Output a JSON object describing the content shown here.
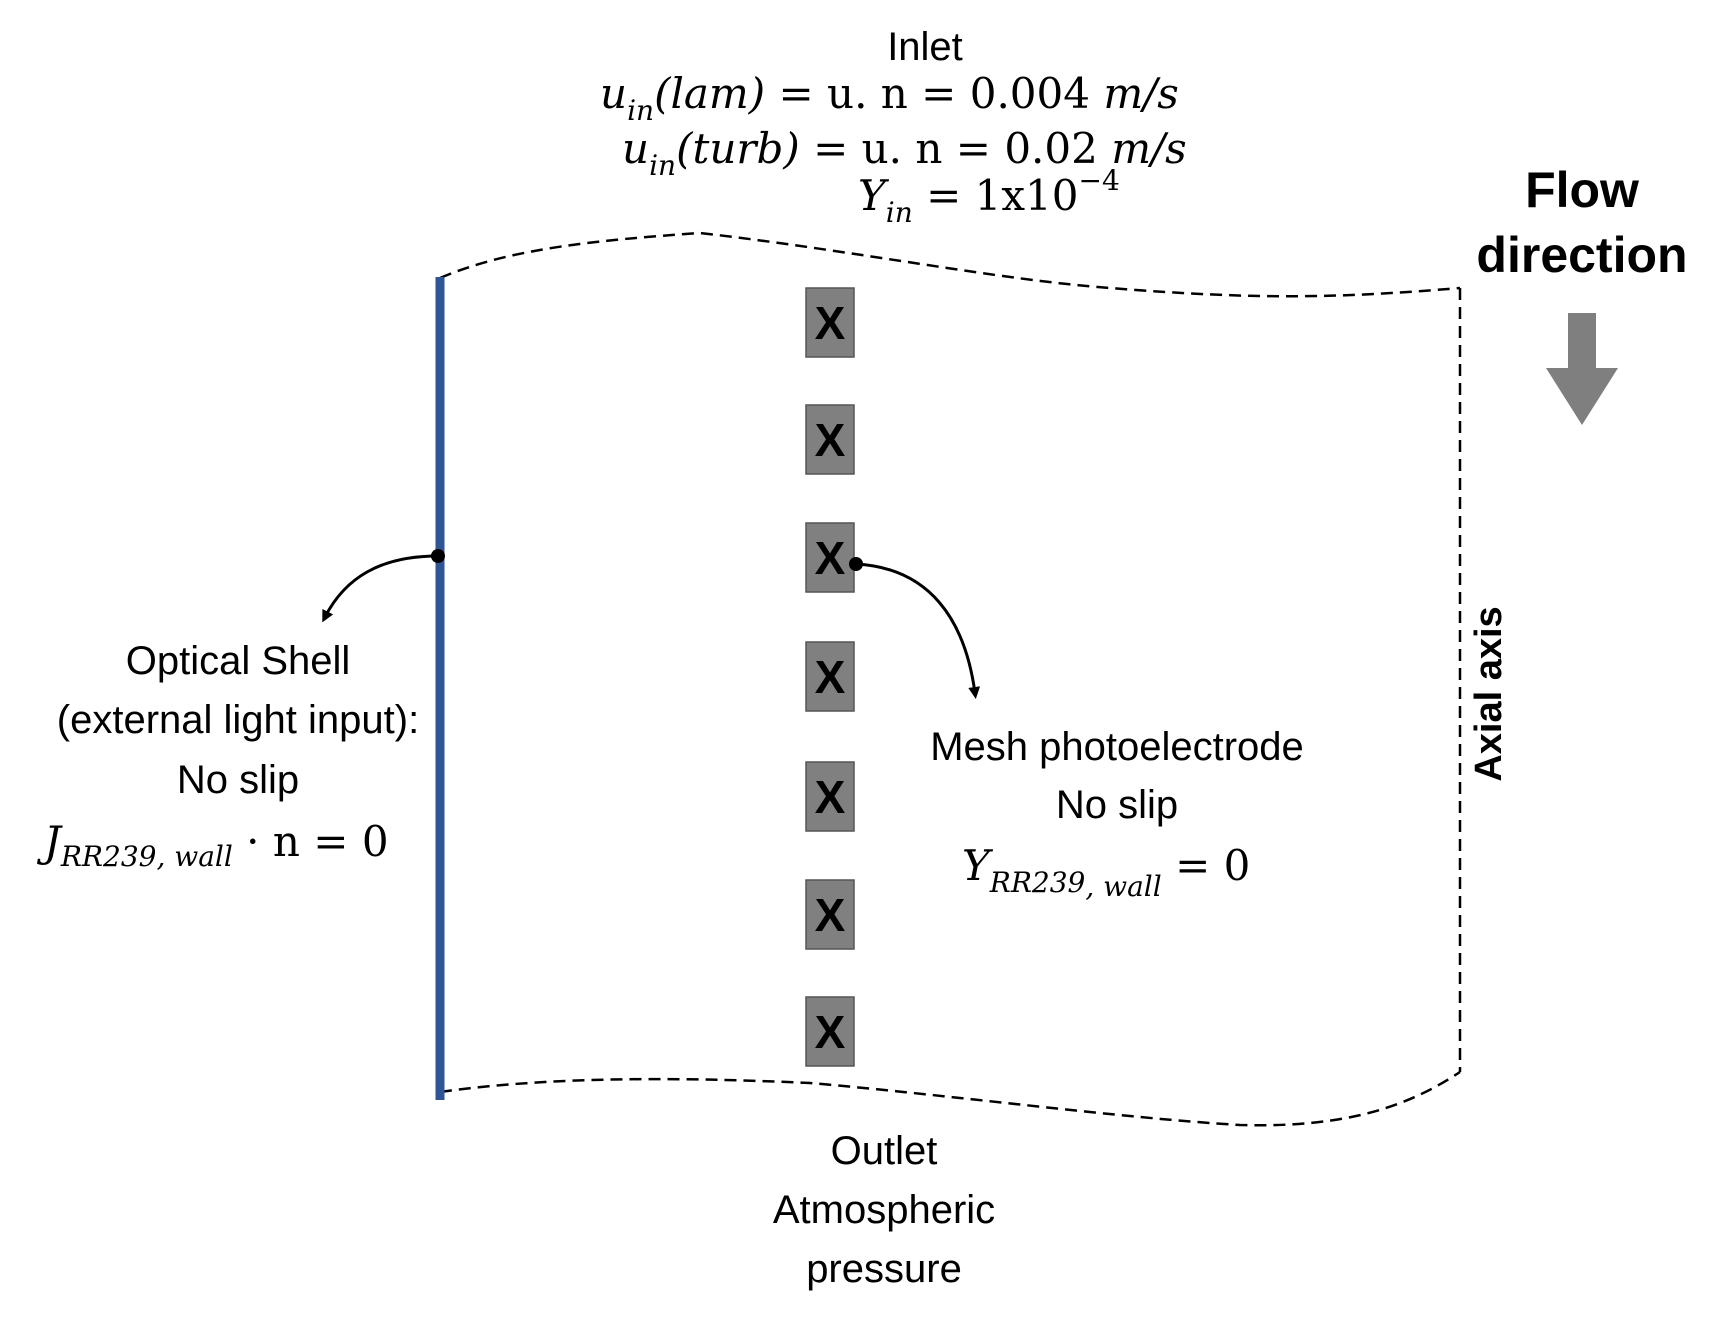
{
  "inlet": {
    "title": "Inlet",
    "eq1": {
      "lhs": "u",
      "sub": "in",
      "arg": "(lam)",
      "rhs": " = u. n = 0.004 ",
      "unit": "m/s"
    },
    "eq2": {
      "lhs": "u",
      "sub": "in",
      "arg": "(turb)",
      "rhs": " = u. n = 0.02 ",
      "unit": "m/s"
    },
    "eq3": {
      "lhs": "Y",
      "sub": "in",
      "rhs": " = 1x10",
      "sup": "−4"
    }
  },
  "flow_direction": {
    "line1": "Flow",
    "line2": "direction",
    "arrow_color": "#7f7f7f"
  },
  "axial_axis": "Axial axis",
  "optical_shell": {
    "line1": "Optical Shell",
    "line2": "(external light input):",
    "line3": "No slip",
    "eq": {
      "lhs": "J",
      "sub": "RR239, wall",
      "rhs": " · n = 0"
    },
    "color": "#2f5597"
  },
  "mesh": {
    "line1": "Mesh photoelectrode",
    "line2": "No slip",
    "eq": {
      "lhs": "Y",
      "sub": "RR239",
      "sub2": ", wall",
      "rhs": " = 0"
    },
    "marker": "X",
    "marker_count": 7,
    "fill_color": "#808080"
  },
  "outlet": {
    "line1": "Outlet",
    "line2": "Atmospheric",
    "line3": "pressure"
  }
}
